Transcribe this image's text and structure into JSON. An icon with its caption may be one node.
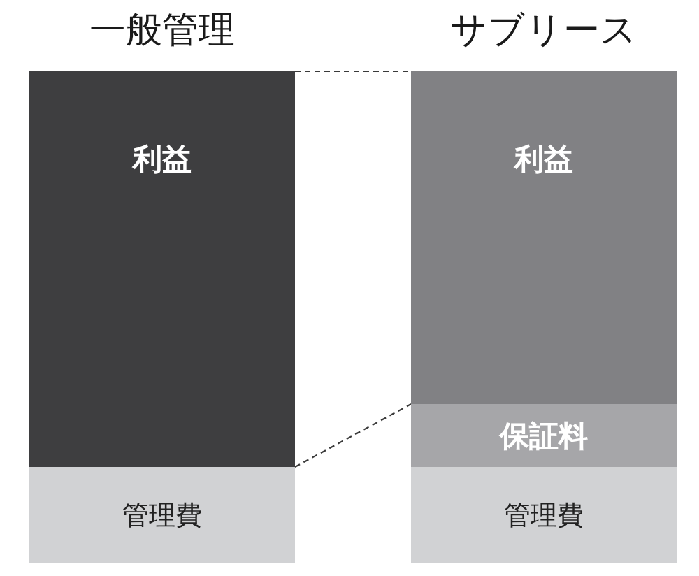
{
  "diagram": {
    "nodes": [
      {
        "text": [
          "一般管理"
        ]
      },
      {
        "text": [
          "利益"
        ],
        "in": 0
      },
      {
        "text": [
          "管理費"
        ],
        "in": 0
      },
      {
        "text": [
          "サブリース"
        ]
      },
      {
        "text": [
          "利益"
        ],
        "in": 3
      },
      {
        "text": [
          "保証料"
        ],
        "in": 3
      },
      {
        "text": [
          "管理費"
        ],
        "in": 3
      }
    ],
    "edges": [
      {
        "from": 1,
        "to": 4,
        "arrow": "none",
        "style": "dashed"
      },
      {
        "from": 1,
        "to": 4,
        "arrow": "none",
        "style": "dashed"
      }
    ]
  }
}
